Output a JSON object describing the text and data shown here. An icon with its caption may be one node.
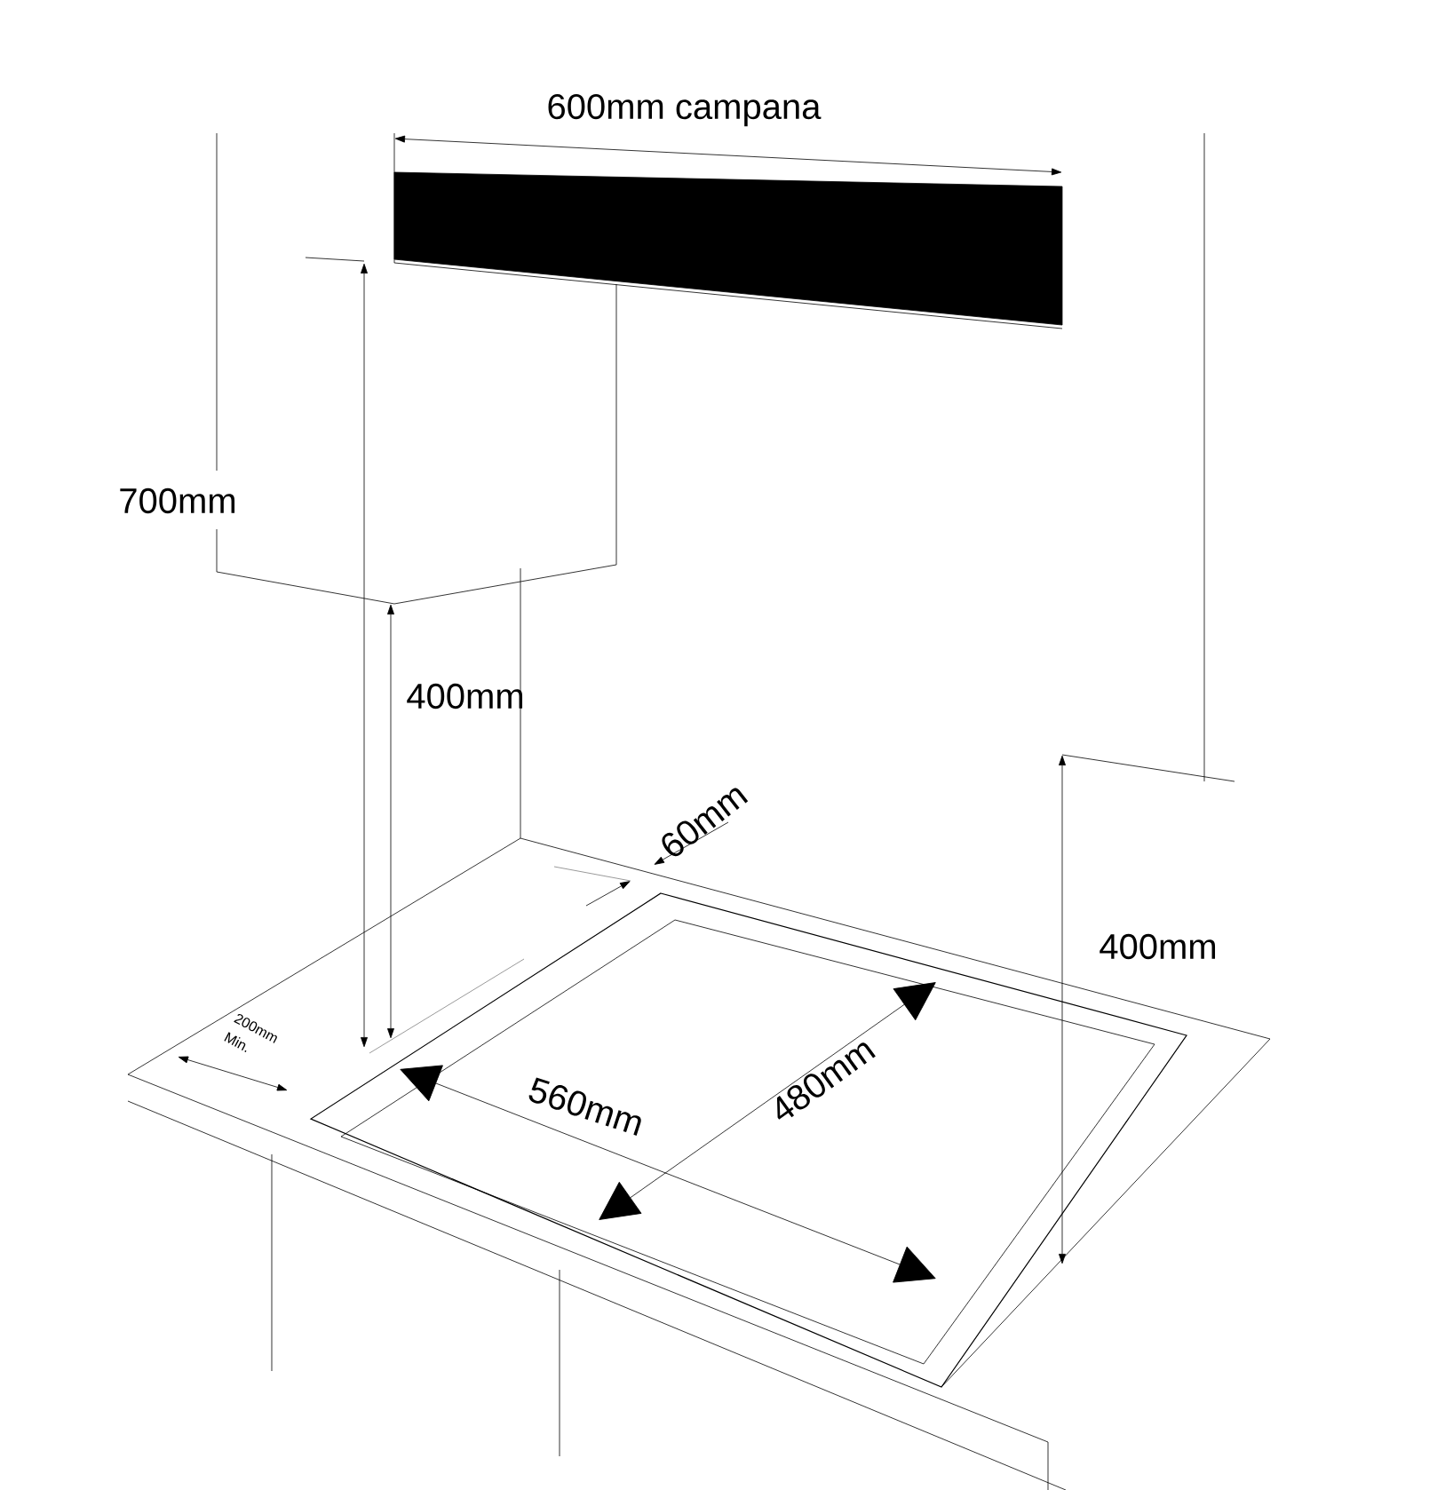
{
  "diagram": {
    "nodes": [
      {
        "text": [],
        "shape": "box"
      }
    ],
    "labels": [
      "600mm campana",
      "700mm",
      "400mm",
      "60mm",
      "400mm",
      "200mm Min.",
      "560mm",
      "480mm"
    ]
  }
}
